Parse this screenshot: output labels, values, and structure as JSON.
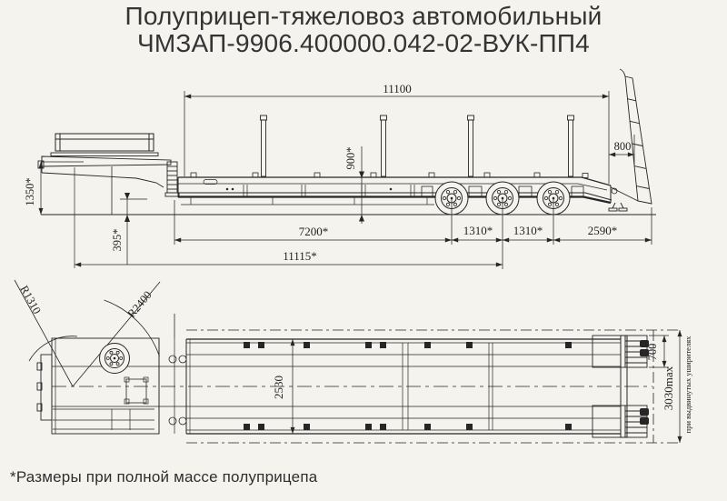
{
  "title": {
    "line1": "Полуприцеп-тяжеловоз автомобильный",
    "line2": "ЧМЗАП-9906.400000.042-02-ВУК-ПП4"
  },
  "footnote": "*Размеры при полной массе полуприцепа",
  "side_view": {
    "dim_platform_length": "11100",
    "dim_loading_height": "900*",
    "dim_gooseneck_height": "1350*",
    "dim_ground_clearance": "395*",
    "dim_rear_gap": "800",
    "dim_front_to_axle1": "7200*",
    "dim_axle_spacing_1": "1310*",
    "dim_axle_spacing_2": "1310*",
    "dim_axle3_to_ramp": "2590*",
    "dim_front_to_bogie_center": "11115*"
  },
  "top_view": {
    "dim_radius_inner": "R1310",
    "dim_radius_outer": "R2400",
    "dim_platform_width": "2530",
    "dim_ramp_width": "700",
    "dim_max_width": "3030max",
    "note_max_width": "при выдвинутых уширителях"
  },
  "colors": {
    "background": "#f4f3ee",
    "ink": "#262626"
  }
}
